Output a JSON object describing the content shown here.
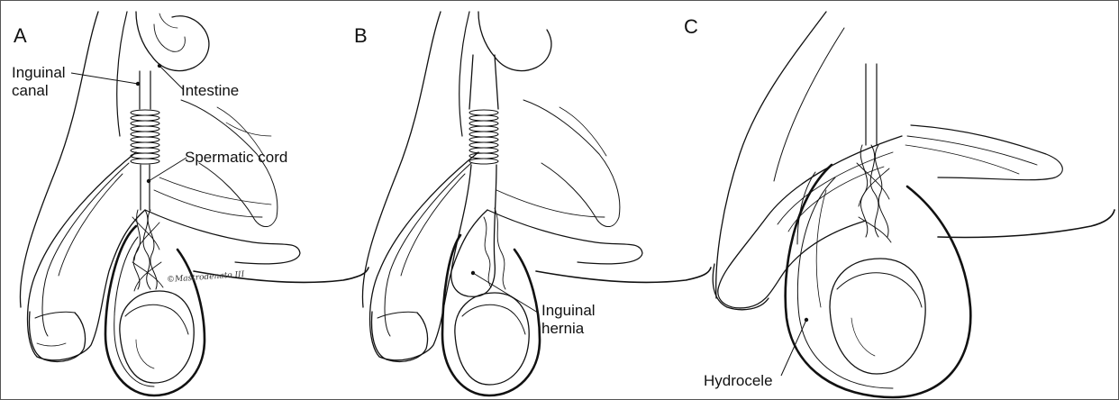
{
  "panels": [
    {
      "letter": "A",
      "labels": {
        "inguinal_canal_line1": "Inguinal",
        "inguinal_canal_line2": "canal",
        "intestine": "Intestine",
        "spermatic_cord": "Spermatic cord"
      },
      "signature": "©Mastrodenato III"
    },
    {
      "letter": "B",
      "labels": {
        "inguinal_hernia_line1": "Inguinal",
        "inguinal_hernia_line2": "hernia"
      }
    },
    {
      "letter": "C",
      "labels": {
        "hydrocele": "Hydrocele"
      }
    }
  ],
  "style": {
    "line_color": "#111111",
    "background": "#ffffff",
    "border_color": "#555555"
  }
}
